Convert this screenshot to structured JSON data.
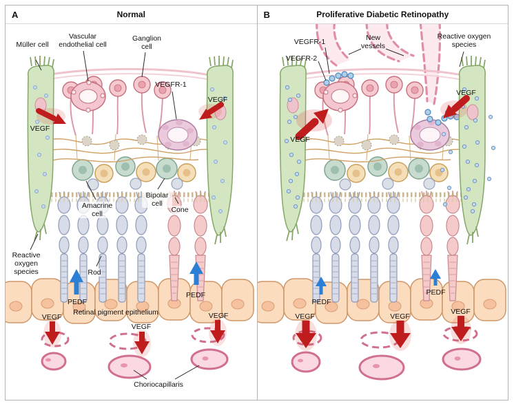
{
  "colors": {
    "vegf_arrow_red": "#bf1d1d",
    "pedf_arrow_blue": "#2b7fd4",
    "mueller_cell_green": "#d3e5c1",
    "neuron_pink": "#f6c9cf",
    "rpe_peach": "#fbdcbe",
    "choriocapillaris_pink": "#fbd9e3"
  },
  "panels": [
    {
      "letter": "A",
      "title": "Normal",
      "labels": {
        "mueller": "Müller cell",
        "vascular_endothelial": "Vascular endothelial cell",
        "ganglion": "Ganglion cell",
        "vegfr1": "VEGFR-1",
        "vegf_left": "VEGF",
        "vegf_right": "VEGF",
        "ros": "Reactive oxygen species",
        "amacrine": "Amacrine cell",
        "bipolar": "Bipolar cell",
        "cone": "Cone",
        "rod": "Rod",
        "pedf_left": "PEDF",
        "pedf_right": "PEDF",
        "rpe": "Retinal pigment epithelium",
        "vegf_bottom_left": "VEGF",
        "vegf_bottom_mid": "VEGF",
        "vegf_bottom_right": "VEGF",
        "choriocapillaris": "Choriocapillaris"
      }
    },
    {
      "letter": "B",
      "title": "Proliferative Diabetic Retinopathy",
      "labels": {
        "vegfr1": "VEGFR-1",
        "vegfr2": "VEGFR-2",
        "new_vessels": "New vessels",
        "ros": "Reactive oxygen species",
        "vegf_left": "VEGF",
        "vegf_right": "VEGF",
        "pedf_left": "PEDF",
        "pedf_right": "PEDF",
        "vegf_bottom_left": "VEGF",
        "vegf_bottom_mid": "VEGF",
        "vegf_bottom_right": "VEGF"
      }
    }
  ]
}
